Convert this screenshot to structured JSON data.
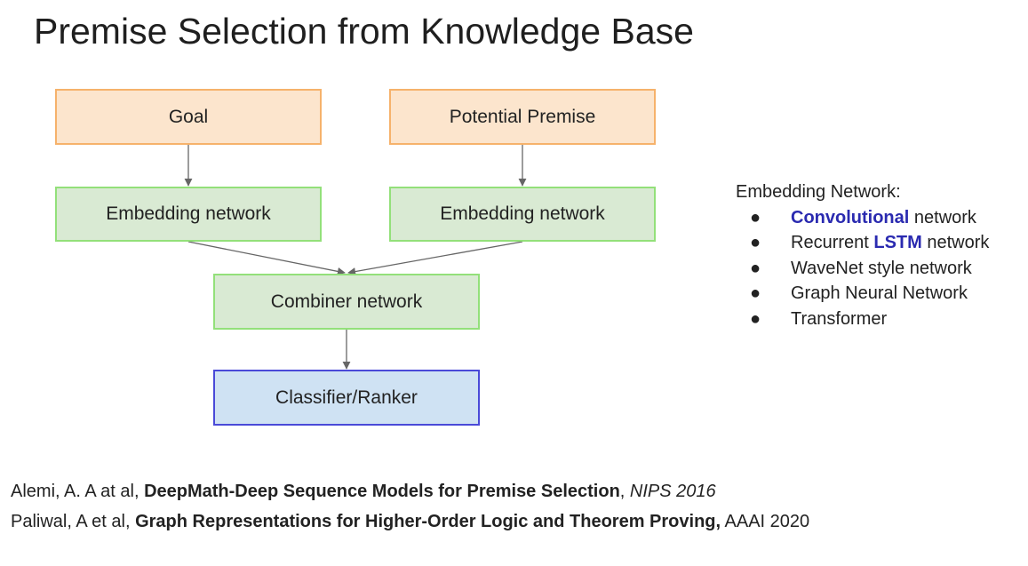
{
  "slide": {
    "title": "Premise Selection from Knowledge Base"
  },
  "diagram": {
    "nodes": {
      "goal": "Goal",
      "potential_premise": "Potential Premise",
      "embedding_left": "Embedding network",
      "embedding_right": "Embedding network",
      "combiner": "Combiner network",
      "classifier": "Classifier/Ranker"
    },
    "edges": [
      {
        "from": "goal",
        "to": "embedding_left"
      },
      {
        "from": "potential_premise",
        "to": "embedding_right"
      },
      {
        "from": "embedding_left",
        "to": "combiner"
      },
      {
        "from": "embedding_right",
        "to": "combiner"
      },
      {
        "from": "combiner",
        "to": "classifier"
      }
    ],
    "colors": {
      "input_fill": "#fce5cd",
      "input_border": "#f6b26b",
      "network_fill": "#d9ead3",
      "network_border": "#93e07a",
      "output_fill": "#cfe2f3",
      "output_border": "#4a4ad8",
      "arrow": "#666666",
      "highlight": "#2a2ab0"
    }
  },
  "legend": {
    "heading": "Embedding Network:",
    "bullet": "●",
    "items": [
      {
        "prefix": "",
        "highlight": "Convolutional",
        "suffix": " network"
      },
      {
        "prefix": "Recurrent ",
        "highlight": "LSTM",
        "suffix": " network"
      },
      {
        "prefix": "WaveNet style network",
        "highlight": "",
        "suffix": ""
      },
      {
        "prefix": "Graph Neural Network",
        "highlight": "",
        "suffix": ""
      },
      {
        "prefix": "Transformer",
        "highlight": "",
        "suffix": ""
      }
    ]
  },
  "references": [
    {
      "authors": "Alemi, A. A at al, ",
      "title": "DeepMath-Deep Sequence Models for Premise Selection",
      "separator": ", ",
      "venue": "NIPS 2016"
    },
    {
      "authors": "Paliwal, A et al, ",
      "title": "Graph Representations for Higher-Order Logic and Theorem Proving,",
      "separator": " ",
      "venue": "AAAI 2020"
    }
  ]
}
